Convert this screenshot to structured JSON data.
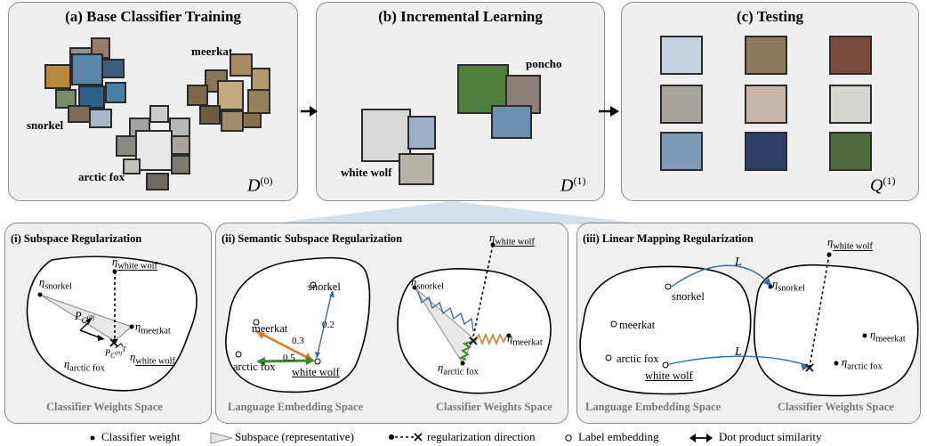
{
  "top": {
    "base": {
      "title": "(a) Base Classifier Training",
      "labels": [
        "snorkel",
        "meerkat",
        "arctic fox"
      ],
      "var": "D",
      "sup": "(0)"
    },
    "incremental": {
      "title": "(b) Incremental Learning",
      "labels": [
        "poncho",
        "white wolf"
      ],
      "var": "D",
      "sup": "(1)"
    },
    "testing": {
      "title": "(c) Testing",
      "var": "Q",
      "sup": "(1)"
    }
  },
  "bottom": {
    "subspace": {
      "title": "(i) Subspace Regularization",
      "space": "Classifier Weights Space",
      "labels": {
        "ww_top": "white wolf",
        "snorkel": "snorkel",
        "meerkat": "meerkat",
        "arctic": "arctic fox",
        "ww_proj": "white wolf"
      }
    },
    "semantic": {
      "title": "(ii) Semantic Subspace Regularization",
      "left_space": "Language Embedding Space",
      "right_space": "Classifier Weights Space",
      "left_labels": {
        "snorkel": "snorkel",
        "meerkat": "meerkat",
        "arctic": "arctic fox",
        "wolf": "white wolf"
      },
      "sims": {
        "meerkat": "0.3",
        "snorkel": "0.2",
        "arctic": "0.5"
      },
      "right_labels": {
        "ww_top": "white wolf",
        "snorkel": "snorkel",
        "meerkat": "meerkat",
        "arctic": "arctic fox"
      }
    },
    "linear": {
      "title": "(iii) Linear Mapping Regularization",
      "left_space": "Language Embedding Space",
      "right_space": "Classifier Weights Space",
      "left_labels": {
        "snorkel": "snorkel",
        "meerkat": "meerkat",
        "arctic": "arctic fox",
        "wolf": "white wolf"
      },
      "map_label": "L",
      "right_labels": {
        "ww_top": "white wolf",
        "snorkel": "snorkel",
        "meerkat": "meerkat",
        "arctic": "arctic fox"
      }
    }
  },
  "legend": {
    "classifier_weight": "Classifier weight",
    "subspace": "Subspace (representative)",
    "reg_direction": "regularization direction",
    "label_embedding": "Label embedding",
    "dot_product": "Dot product similarity"
  },
  "colors": {
    "panel_bg": "#efefef",
    "blue": "#3a6ea5",
    "orange": "#e07b24",
    "green": "#3a8a2a"
  }
}
